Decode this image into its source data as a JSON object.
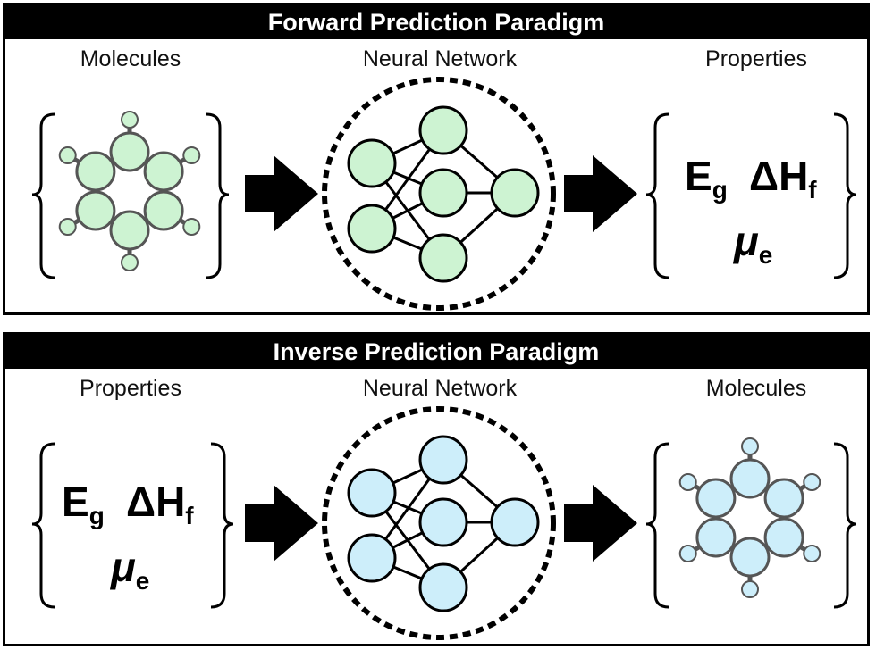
{
  "forward": {
    "title": "Forward Prediction Paradigm",
    "left_label": "Molecules",
    "middle_label": "Neural Network",
    "right_label": "Properties"
  },
  "inverse": {
    "title": "Inverse Prediction Paradigm",
    "left_label": "Properties",
    "middle_label": "Neural Network",
    "right_label": "Molecules"
  },
  "properties": {
    "bandgap": "E",
    "bandgap_sub": "g",
    "enthalpy": "ΔH",
    "enthalpy_sub": "f",
    "mobility": "μ",
    "mobility_sub": "e"
  },
  "colors": {
    "forward_fill": "#cdf3d2",
    "inverse_fill": "#cdeefa",
    "stroke": "#555555",
    "header_bg": "#000000"
  }
}
